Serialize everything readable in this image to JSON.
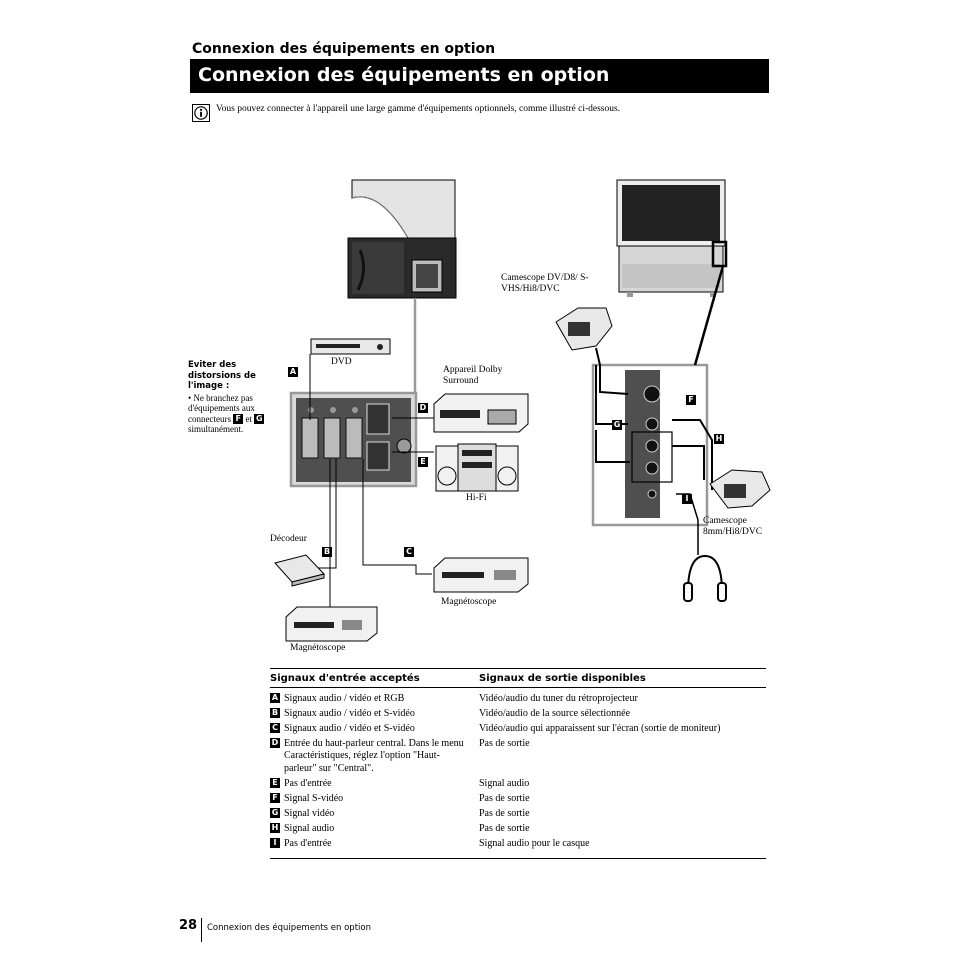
{
  "header": {
    "section": "Connexion des équipements en option",
    "title": "Connexion des équipements en option"
  },
  "intro": "Vous pouvez connecter à l'appareil une large gamme d'équipements optionnels, comme illustré ci-dessous.",
  "diagram": {
    "dvd": "DVD",
    "dolby": "Appareil Dolby Surround",
    "hifi": "Hi-Fi",
    "decoder": "Décodeur",
    "vcr": "Magnétoscope",
    "cam_top": "Camescope DV/D8/ S-VHS/Hi8/DVC",
    "cam_bottom": "Camescope 8mm/Hi8/DVC",
    "letters": [
      "A",
      "B",
      "C",
      "D",
      "E",
      "F",
      "G",
      "H",
      "I"
    ]
  },
  "warning": {
    "title": "Eviter des distorsions de l'image :",
    "bullet": "• Ne branchez pas d'équipements aux connecteurs",
    "badge1": "F",
    "and": "et",
    "badge2": "G",
    "tail": "simultanément."
  },
  "table": {
    "headers": [
      "Signaux d'entrée acceptés",
      "Signaux de sortie disponibles"
    ],
    "rows": [
      {
        "key": "A",
        "input": "Signaux audio / vidéo et RGB",
        "output": "Vidéo/audio du tuner du rétroprojecteur"
      },
      {
        "key": "B",
        "input": "Signaux audio / vidéo et S-vidéo",
        "output": "Vidéo/audio de la source sélectionnée"
      },
      {
        "key": "C",
        "input": "Signaux audio / vidéo et S-vidéo",
        "output": "Vidéo/audio qui apparaissent sur l'écran (sortie de moniteur)"
      },
      {
        "key": "D",
        "input": "Entrée du haut-parleur central. Dans le menu Caractéristiques, réglez l'option \"Haut-parleur\"  sur \"Central\".",
        "output": "Pas de sortie"
      },
      {
        "key": "E",
        "input": "Pas d'entrée",
        "output": "Signal audio"
      },
      {
        "key": "F",
        "input": "Signal S-vidéo",
        "output": "Pas de sortie"
      },
      {
        "key": "G",
        "input": "Signal vidéo",
        "output": "Pas de sortie"
      },
      {
        "key": "H",
        "input": "Signal audio",
        "output": "Pas de sortie"
      },
      {
        "key": "I",
        "input": "Pas d'entrée",
        "output": "Signal audio pour le casque"
      }
    ]
  },
  "footer": {
    "page": "28",
    "text": "Connexion des équipements en option"
  }
}
